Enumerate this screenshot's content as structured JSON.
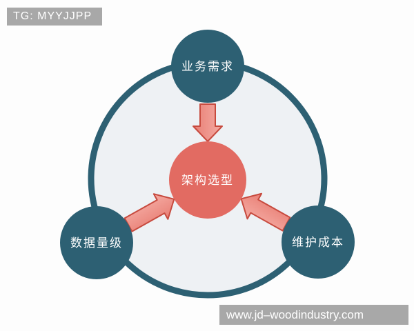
{
  "watermarks": {
    "top_left": "TG: MYYJJPP",
    "bottom_right": "www.jd–woodindustry.com"
  },
  "diagram": {
    "center": {
      "label": "架构选型"
    },
    "nodes": [
      {
        "id": "top",
        "label": "业务需求"
      },
      {
        "id": "bottom-left",
        "label": "数据量级"
      },
      {
        "id": "bottom-right",
        "label": "维护成本"
      }
    ],
    "colors": {
      "node_fill": "#2d6073",
      "ring_stroke": "#2d6073",
      "ring_fill": "#eef1f4",
      "center_fill": "#e26b62",
      "arrow_light": "#f5aba3",
      "arrow_dark": "#e87f75",
      "arrow_stroke": "#c74a3e",
      "label_color": "#ffffff",
      "watermark_bg": "#a8a8a8"
    }
  }
}
